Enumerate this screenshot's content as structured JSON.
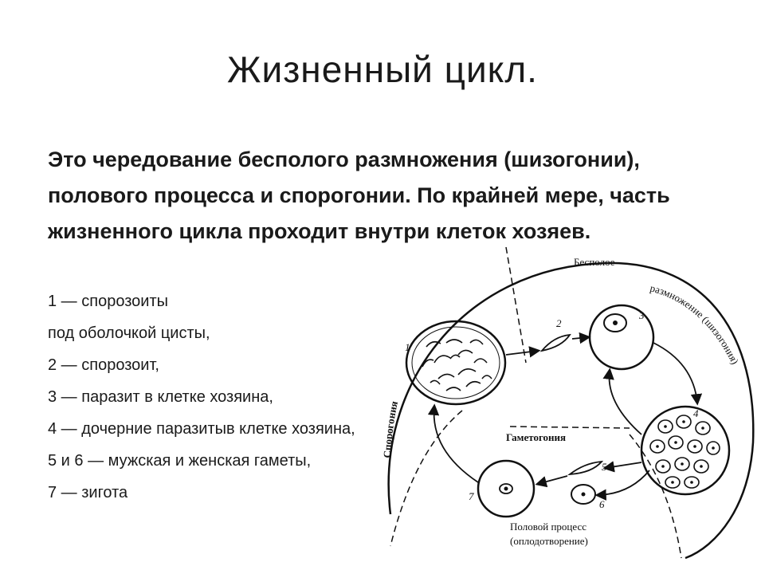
{
  "slide": {
    "title": "Жизненный цикл.",
    "intro": "Это чередование бесполого размножения (шизогонии), полового процесса и спорогонии. По крайней мере, часть жизненного цикла проходит внутри клеток хозяев.",
    "legend": [
      "1 — спорозоиты",
      "под оболочкой цисты,",
      "2 — спорозоит,",
      "3 — паразит в клетке хозяина,",
      "4 — дочерние паразитыв клетке хозяина,",
      "5 и 6 — мужская и женская гаметы,",
      "7 — зигота"
    ]
  },
  "diagram": {
    "label_asexual_line1": "Бесполое",
    "label_asexual_line2": "размножение (шизогония)",
    "label_sporogony": "Спорогония",
    "label_gametogony": "Гаметогония",
    "label_sexual_line1": "Половой процесс",
    "label_sexual_line2": "(оплодотворение)",
    "numbers": [
      "1",
      "2",
      "3",
      "4",
      "5",
      "6",
      "7"
    ]
  }
}
